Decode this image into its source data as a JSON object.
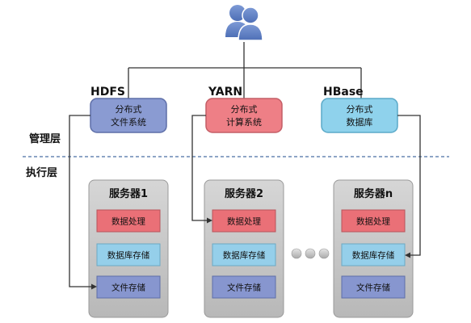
{
  "users_icon": "users-group-icon",
  "layers": {
    "management": "管理层",
    "execution": "执行层"
  },
  "systems": [
    {
      "name": "HDFS",
      "line1": "分布式",
      "line2": "文件系统",
      "fill": "#8a9bd2",
      "stroke": "#5d6ea8"
    },
    {
      "name": "YARN",
      "line1": "分布式",
      "line2": "计算系统",
      "fill": "#ee7f86",
      "stroke": "#c45e66"
    },
    {
      "name": "HBase",
      "line1": "分布式",
      "line2": "数据库",
      "fill": "#8fd2ec",
      "stroke": "#5aa9c8"
    }
  ],
  "servers": [
    {
      "title": "服务器1"
    },
    {
      "title": "服务器2"
    },
    {
      "title": "服务器n"
    }
  ],
  "server_items": {
    "processing": "数据处理",
    "database_storage": "数据库存储",
    "file_storage": "文件存储"
  },
  "item_colors": {
    "processing": "#ea7077",
    "database_storage": "#95cfea",
    "file_storage": "#8796cf"
  },
  "ellipsis_icon": "ellipsis-dots-icon"
}
